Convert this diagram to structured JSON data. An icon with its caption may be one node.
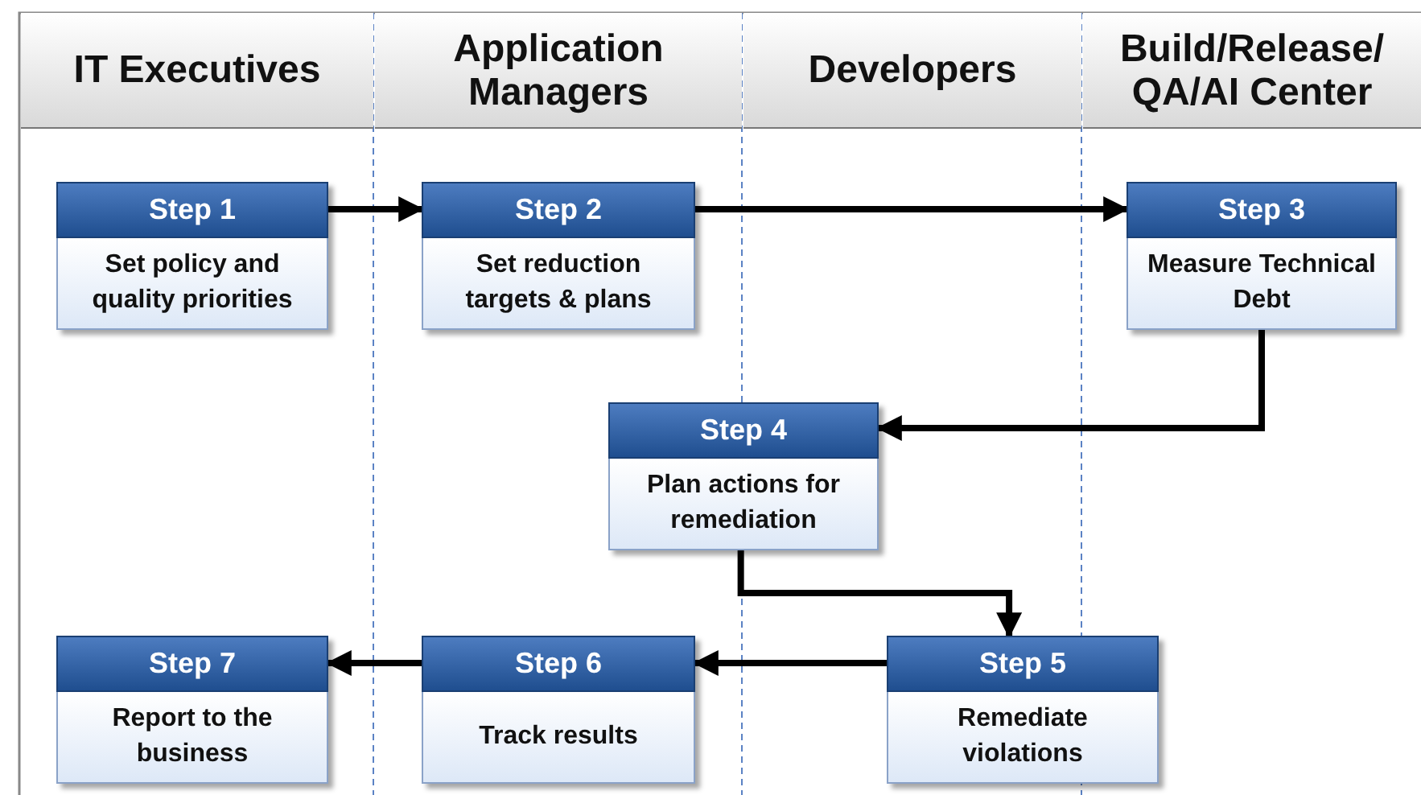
{
  "diagram": {
    "nodes": [
      {
        "text": [
          "IT Executives"
        ]
      },
      {
        "text": [
          "Application Managers"
        ]
      },
      {
        "text": [
          "Developers"
        ]
      },
      {
        "text": [
          "Build/Release/ QA/AI Center"
        ]
      },
      {
        "text": [
          "Step 1",
          "Set policy and quality priorities"
        ]
      },
      {
        "text": [
          "Step 2",
          "Set reduction targets & plans"
        ]
      },
      {
        "text": [
          "Step 3",
          "Measure Technical Debt"
        ]
      },
      {
        "text": [
          "Step 4",
          "Plan actions for remediation"
        ]
      },
      {
        "text": [
          "Step 5",
          "Remediate violations"
        ]
      },
      {
        "text": [
          "Step 6",
          "Track results"
        ]
      },
      {
        "text": [
          "Step 7",
          "Report to the business"
        ]
      }
    ],
    "edges": [
      {
        "from": 4,
        "to": 5,
        "arrow": "to"
      },
      {
        "from": 5,
        "to": 6,
        "arrow": "to"
      },
      {
        "from": 6,
        "to": 7,
        "arrow": "to"
      },
      {
        "from": 7,
        "to": 8,
        "arrow": "to"
      },
      {
        "from": 8,
        "to": 9,
        "arrow": "to"
      },
      {
        "from": 9,
        "to": 10,
        "arrow": "to"
      }
    ]
  }
}
